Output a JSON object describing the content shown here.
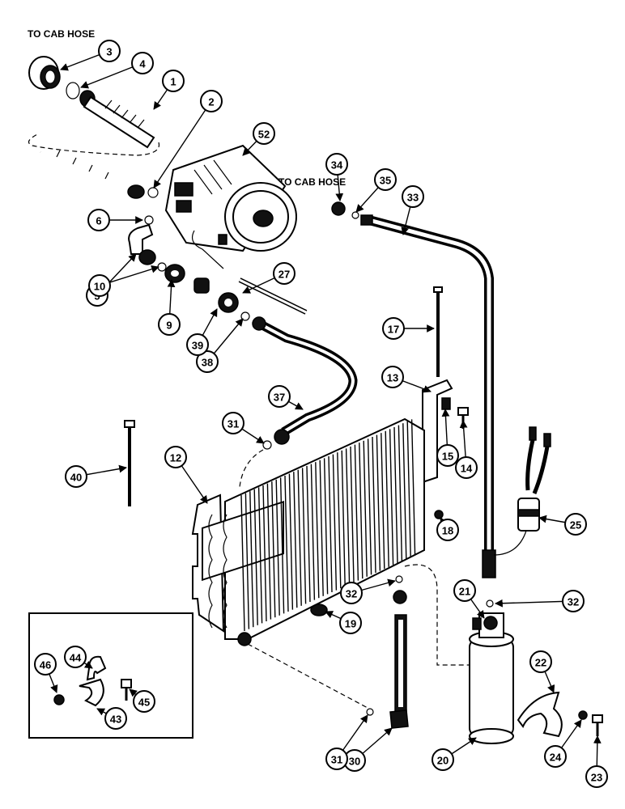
{
  "labels": {
    "cab_hose_top": "TO CAB HOSE",
    "cab_hose_mid": "TO CAB HOSE"
  },
  "callouts": [
    "1",
    "2",
    "3",
    "4",
    "5",
    "6",
    "9",
    "10",
    "12",
    "13",
    "14",
    "15",
    "17",
    "18",
    "19",
    "20",
    "21",
    "22",
    "23",
    "24",
    "25",
    "27",
    "30",
    "31",
    "31",
    "32",
    "32",
    "33",
    "34",
    "35",
    "37",
    "38",
    "39",
    "40",
    "43",
    "44",
    "45",
    "46",
    "52"
  ]
}
